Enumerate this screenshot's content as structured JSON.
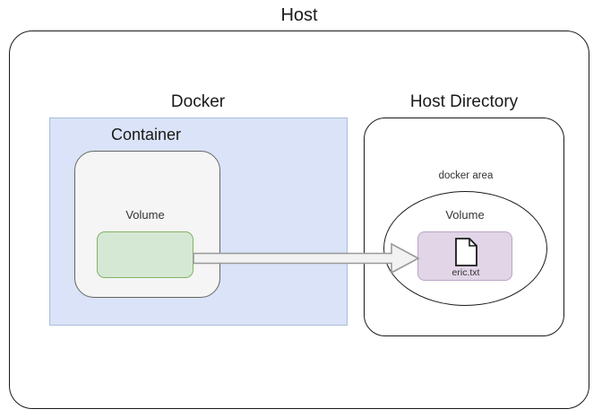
{
  "diagram": {
    "title": "Host",
    "type": "docker-volume-bind-diagram",
    "host": {
      "label": "Host"
    },
    "docker": {
      "label": "Docker",
      "fill": "#dae3f7",
      "stroke": "#a9bedd",
      "container": {
        "label": "Container",
        "fill": "#f5f5f5",
        "stroke": "#666666",
        "volume": {
          "label": "Volume",
          "fill": "#d5e8d4",
          "stroke": "#82b366"
        }
      }
    },
    "host_directory": {
      "label": "Host Directory",
      "stroke": "#1a1a1a",
      "docker_area": {
        "label": "docker area",
        "shape": "ellipse",
        "volume": {
          "label": "Volume",
          "fill": "#e1d5e7",
          "stroke": "#b9a5c4",
          "file": {
            "icon": "file-document-icon",
            "name": "eric.txt"
          }
        }
      }
    },
    "connector": {
      "icon": "block-arrow-right-icon",
      "from": "container-volume",
      "to": "host-directory-volume",
      "fill": "#f2f2f2",
      "stroke": "#999999"
    }
  }
}
